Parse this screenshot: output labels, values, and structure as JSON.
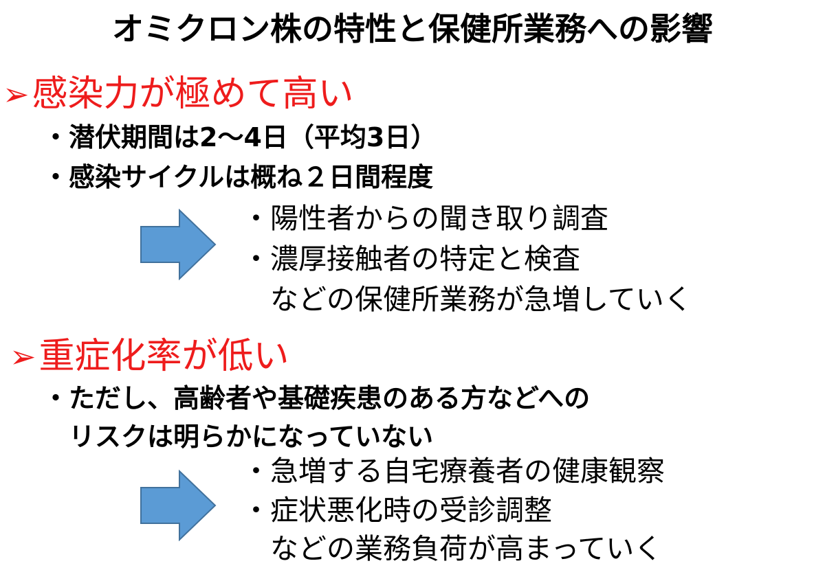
{
  "title": "オミクロン株の特性と保健所業務への影響",
  "colors": {
    "heading": "#ee1c1c",
    "text": "#000000",
    "arrow_fill": "#5b9bd5",
    "arrow_stroke": "#41719c"
  },
  "sections": [
    {
      "marker": "➢",
      "heading": "感染力が極めて高い",
      "points": [
        "・潜伏期間は2～4日（平均3日）",
        "・感染サイクルは概ね２日間程度"
      ],
      "arrow_icon": "right-arrow-icon",
      "effects": [
        "・陽性者からの聞き取り調査",
        "・濃厚接触者の特定と検査",
        "　などの保健所業務が急増していく"
      ]
    },
    {
      "marker": "➢",
      "heading": "重症化率が低い",
      "points": [
        "・ただし、高齢者や基礎疾患のある方などへの",
        "　リスクは明らかになっていない"
      ],
      "arrow_icon": "right-arrow-icon",
      "effects": [
        "・急増する自宅療養者の健康観察",
        "・症状悪化時の受診調整",
        "　などの業務負荷が高まっていく"
      ]
    }
  ]
}
